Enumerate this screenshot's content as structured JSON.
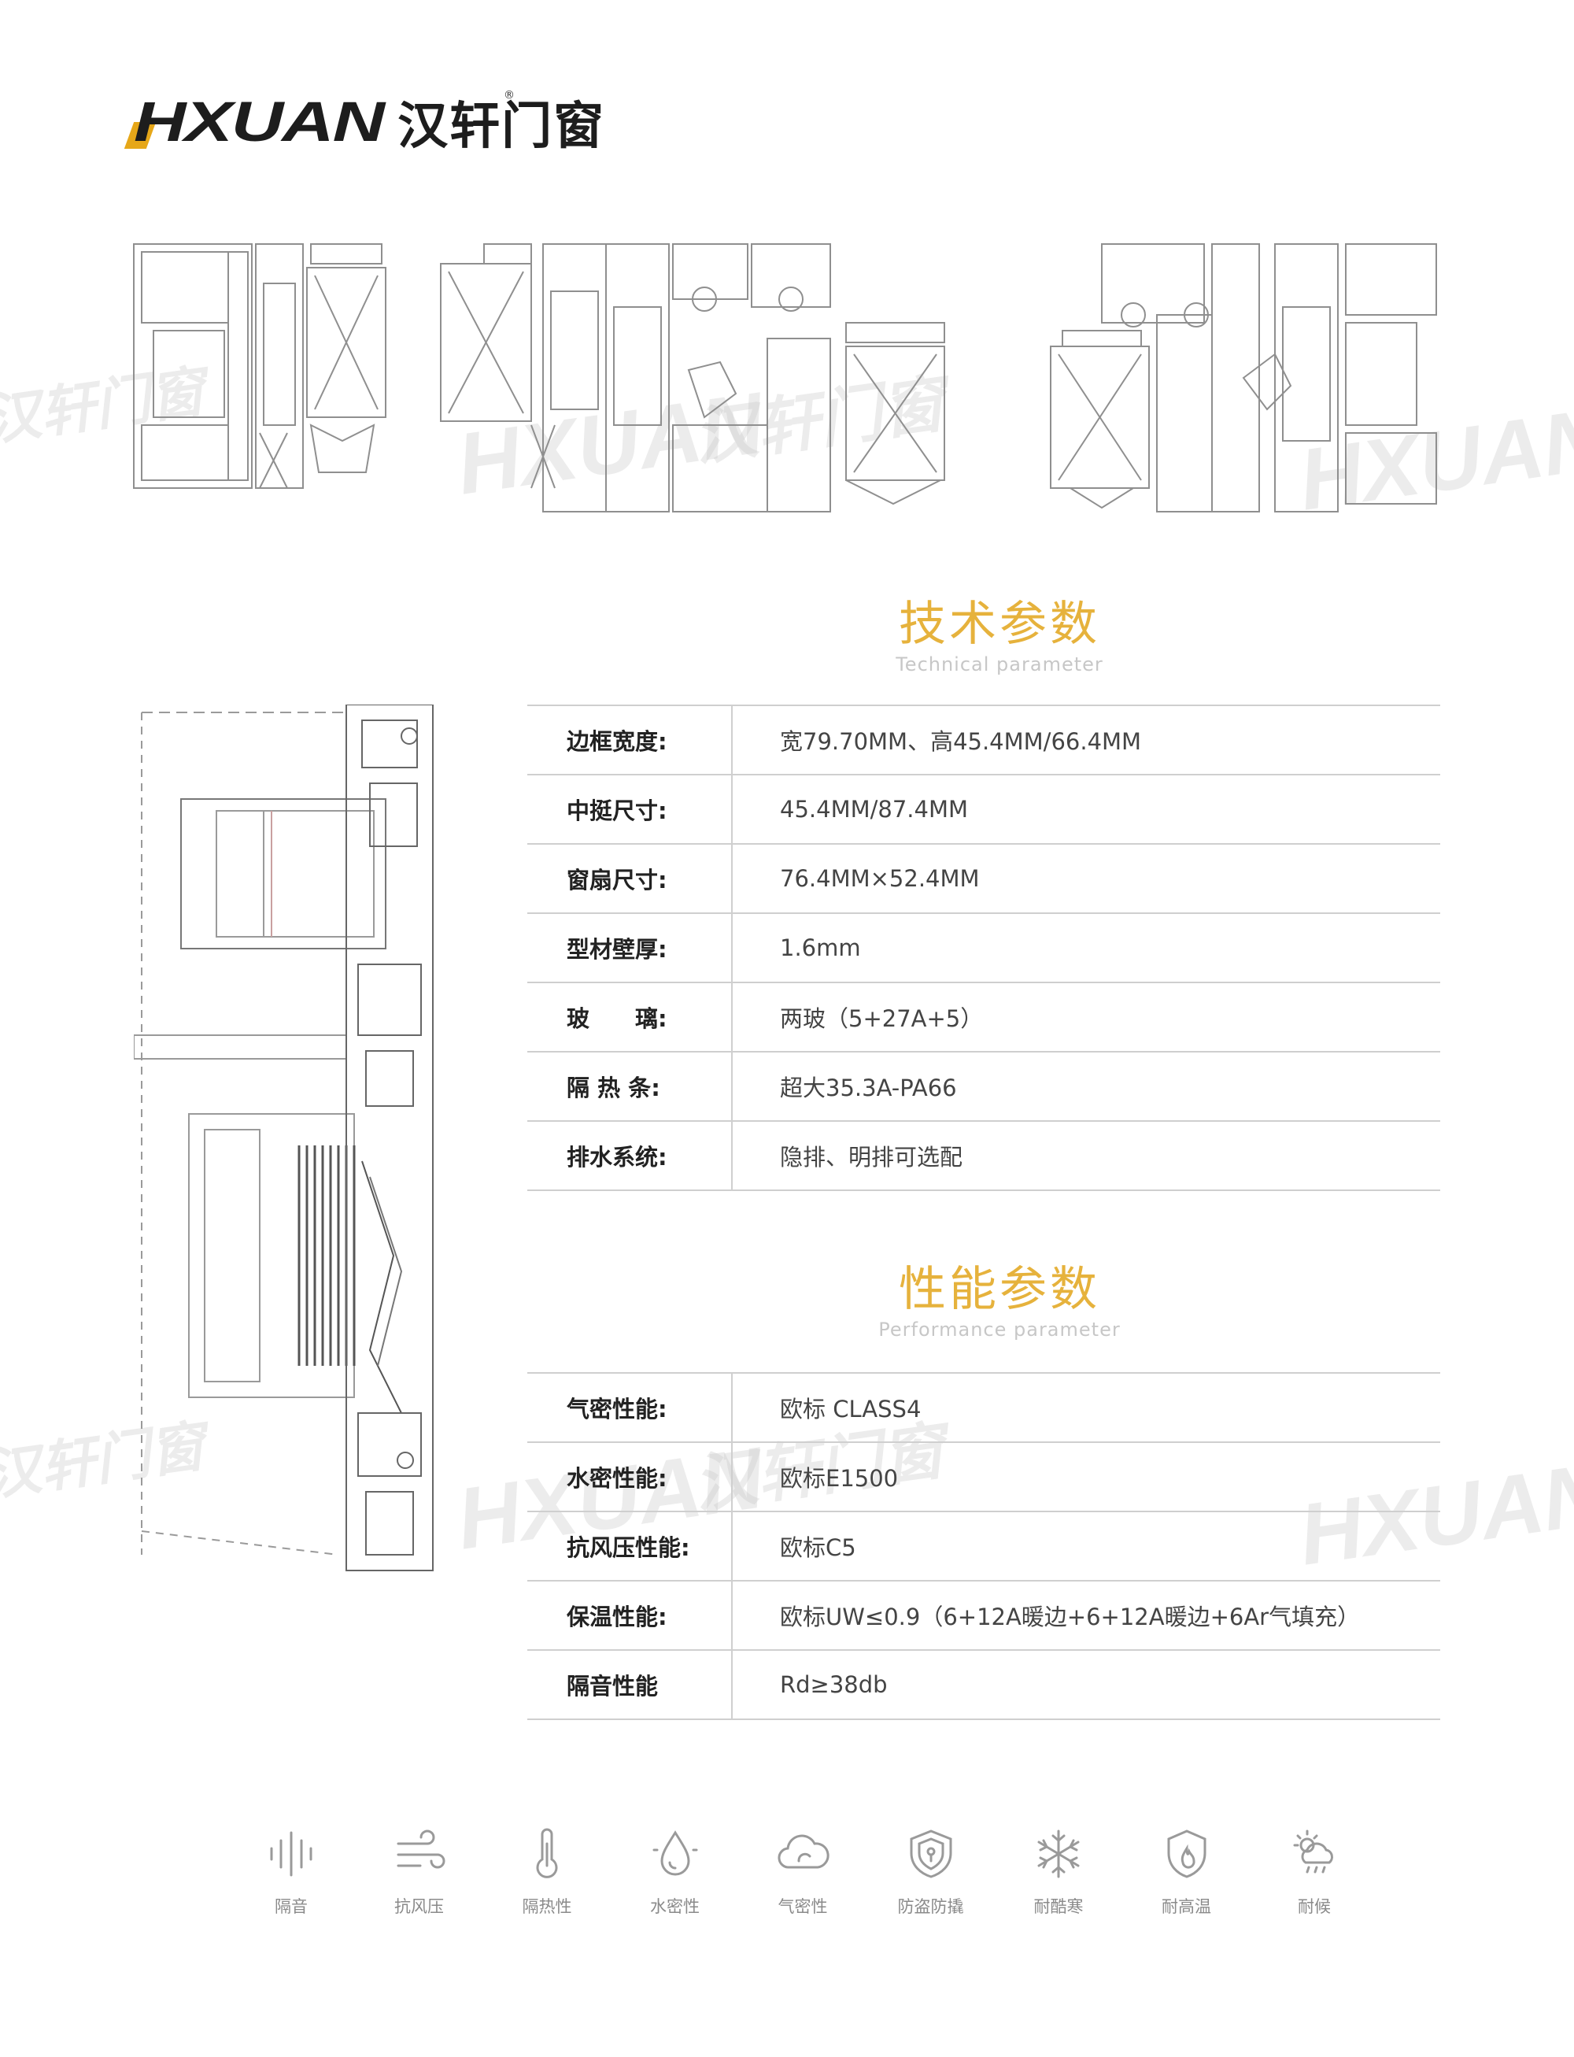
{
  "brand": {
    "latin": "HXUAN",
    "chinese": "汉轩门窗",
    "reg_mark": "®",
    "accent_color": "#e6a719",
    "watermark_latin": "HXUAN",
    "watermark_cn": "汉轩门窗"
  },
  "technical": {
    "title": "技术参数",
    "subtitle": "Technical parameter",
    "rows": [
      {
        "label": "边框宽度:",
        "value": "宽79.70MM、高45.4MM/66.4MM"
      },
      {
        "label": "中挺尺寸:",
        "value": "45.4MM/87.4MM"
      },
      {
        "label": "窗扇尺寸:",
        "value": "76.4MM×52.4MM"
      },
      {
        "label": "型材壁厚:",
        "value": "1.6mm"
      },
      {
        "label": "玻　　璃:",
        "value": "两玻（5+27A+5）"
      },
      {
        "label": "隔 热 条:",
        "value": "超大35.3A-PA66"
      },
      {
        "label": "排水系统:",
        "value": "隐排、明排可选配"
      }
    ]
  },
  "performance": {
    "title": "性能参数",
    "subtitle": "Performance parameter",
    "rows": [
      {
        "label": "气密性能:",
        "value": "欧标 CLASS4"
      },
      {
        "label": "水密性能:",
        "value": "欧标E1500"
      },
      {
        "label": "抗风压性能:",
        "value": "欧标C5"
      },
      {
        "label": "保温性能:",
        "value": "欧标UW≤0.9（6+12A暖边+6+12A暖边+6Ar气填充）"
      },
      {
        "label": "隔音性能",
        "value": "Rd≥38db"
      }
    ]
  },
  "features": [
    {
      "icon": "sound-wave-icon",
      "label": "隔音"
    },
    {
      "icon": "wind-icon",
      "label": "抗风压"
    },
    {
      "icon": "thermometer-icon",
      "label": "隔热性"
    },
    {
      "icon": "water-drop-icon",
      "label": "水密性"
    },
    {
      "icon": "cloud-icon",
      "label": "气密性"
    },
    {
      "icon": "shield-icon",
      "label": "防盗防撬"
    },
    {
      "icon": "snowflake-icon",
      "label": "耐酷寒"
    },
    {
      "icon": "fire-shield-icon",
      "label": "耐高温"
    },
    {
      "icon": "weather-icon",
      "label": "耐候"
    }
  ],
  "colors": {
    "title_gold": "#e6b23c",
    "border_gray": "#cfcfcf",
    "icon_gray": "#9a9a9a"
  }
}
